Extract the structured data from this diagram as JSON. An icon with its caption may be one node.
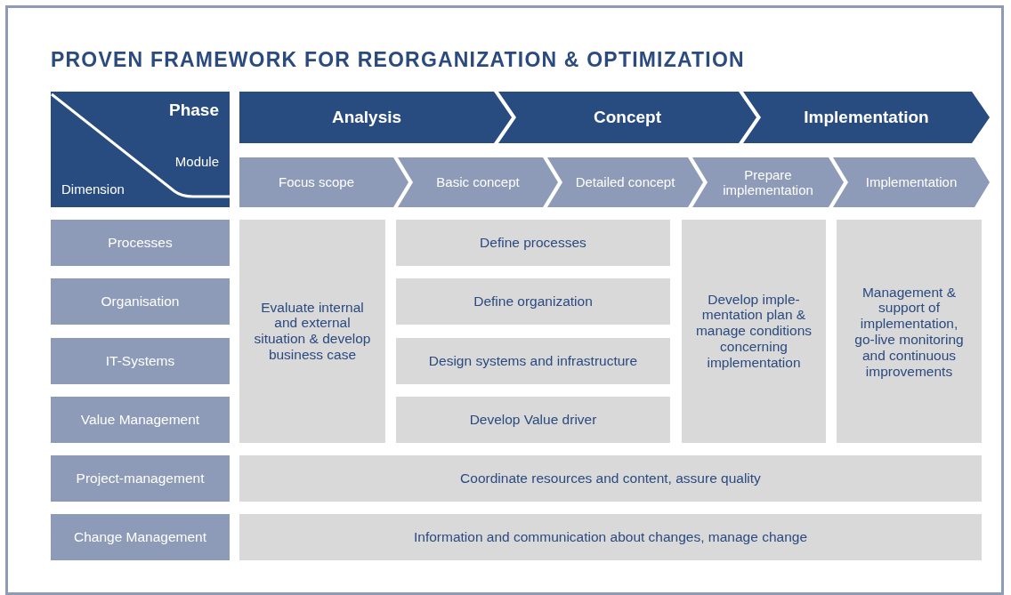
{
  "diagram": {
    "title": "PROVEN FRAMEWORK FOR REORGANIZATION & OPTIMIZATION",
    "nodes": [
      {
        "text": [
          "Phase",
          "Module",
          "Dimension"
        ]
      },
      {
        "text": [
          "Analysis"
        ]
      },
      {
        "text": [
          "Concept"
        ]
      },
      {
        "text": [
          "Implementation"
        ]
      },
      {
        "text": [
          "Focus scope"
        ]
      },
      {
        "text": [
          "Basic concept"
        ]
      },
      {
        "text": [
          "Detailed concept"
        ]
      },
      {
        "text": [
          "Prepare implementation"
        ]
      },
      {
        "text": [
          "Implementation"
        ]
      },
      {
        "text": [
          "Processes"
        ]
      },
      {
        "text": [
          "Evaluate internal and external situation & develop business case"
        ]
      },
      {
        "text": [
          "Define processes"
        ]
      },
      {
        "text": [
          "Develop imple-mentation plan & manage conditions concerning implementation"
        ]
      },
      {
        "text": [
          "Management & support of implementation, go-live monitoring and continuous improvements"
        ]
      },
      {
        "text": [
          "Organisation"
        ]
      },
      {
        "text": [
          "Define organization"
        ]
      },
      {
        "text": [
          "IT-Systems"
        ]
      },
      {
        "text": [
          "Design systems and infrastructure"
        ]
      },
      {
        "text": [
          "Value Management"
        ]
      },
      {
        "text": [
          "Develop Value driver"
        ]
      },
      {
        "text": [
          "Project-management"
        ]
      },
      {
        "text": [
          "Coordinate resources and content, assure quality"
        ]
      },
      {
        "text": [
          "Change Management"
        ]
      },
      {
        "text": [
          "Information and communication about changes, manage change"
        ]
      }
    ],
    "edges": []
  }
}
